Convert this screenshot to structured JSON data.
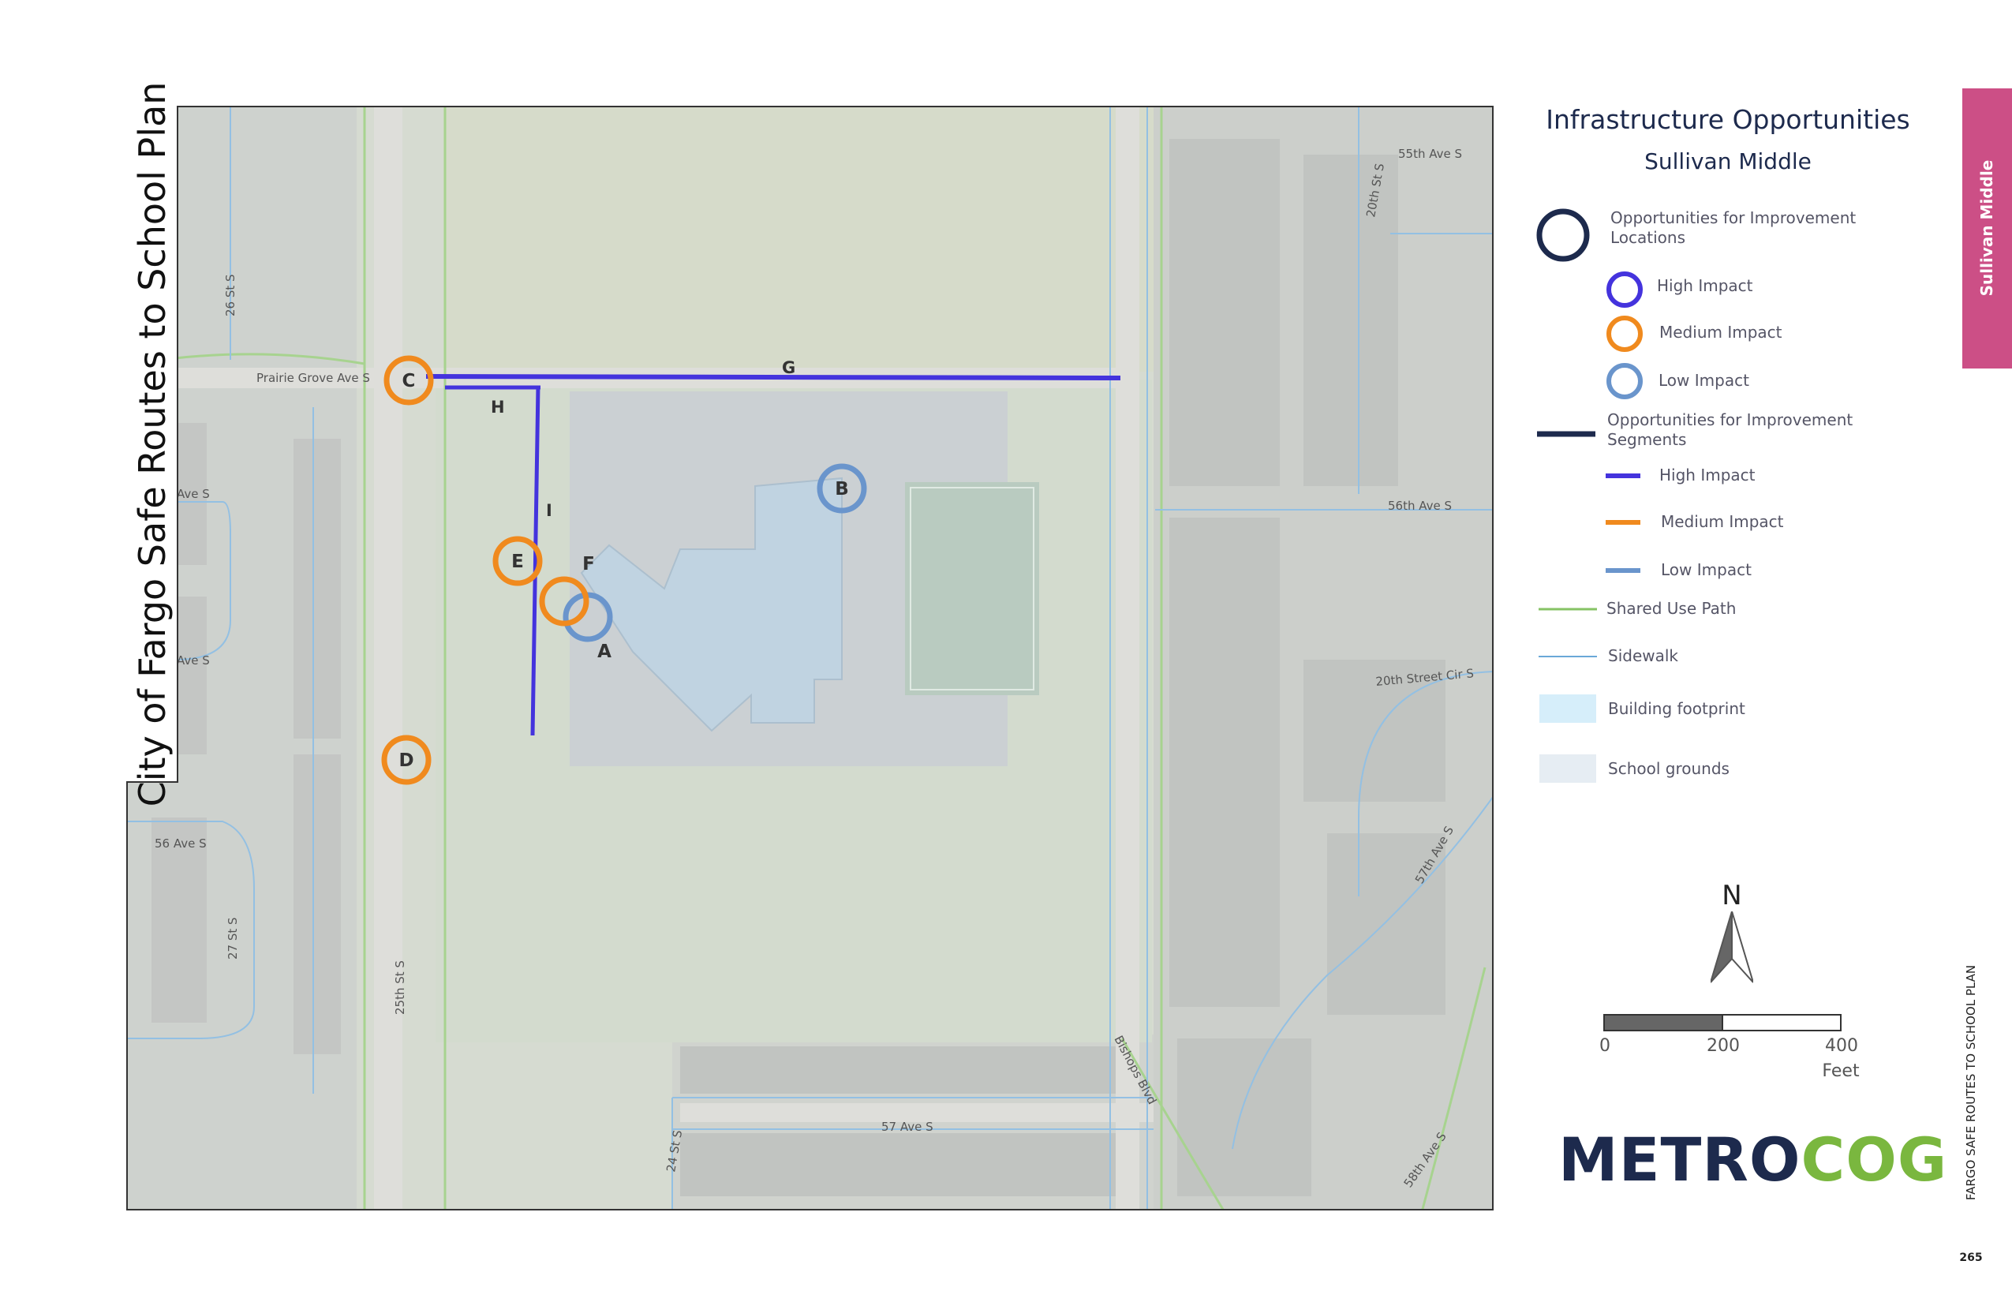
{
  "map": {
    "vertical_title": "City of Fargo Safe Routes to School Plan",
    "streets": {
      "s55th_ave": "55th Ave S",
      "s20th_st": "20th St S",
      "s26th_st": "26 St S",
      "prairie_grove": "Prairie Grove Ave S",
      "ave_s_upper": "Ave S",
      "ave_s_lower": "Ave S",
      "s56th_ave_e": "56th Ave S",
      "s20th_street_cir": "20th Street Cir S",
      "s56_ave_w": "56 Ave S",
      "s27th_st": "27 St S",
      "s25th_st": "25th St S",
      "s57th_ave_e": "57th Ave S",
      "s57_ave": "57 Ave S",
      "s24th_st": "24 St S",
      "bishops_blvd": "Bishops Blvd",
      "s58th_ave": "58th Ave S"
    },
    "markers": [
      {
        "label": "A",
        "impact": "Low Impact"
      },
      {
        "label": "B",
        "impact": "Low Impact"
      },
      {
        "label": "C",
        "impact": "Medium Impact"
      },
      {
        "label": "D",
        "impact": "Medium Impact"
      },
      {
        "label": "E",
        "impact": "Medium Impact"
      },
      {
        "label": "F",
        "impact": "Medium Impact"
      }
    ],
    "segments": [
      {
        "label": "G",
        "impact": "High Impact"
      },
      {
        "label": "H",
        "impact": "High Impact"
      },
      {
        "label": "I",
        "impact": "High Impact"
      }
    ]
  },
  "legend": {
    "title": "Infrastructure Opportunities",
    "subtitle": "Sullivan Middle",
    "locations_header": "Opportunities for Improvement Locations",
    "loc_high": "High Impact",
    "loc_medium": "Medium Impact",
    "loc_low": "Low Impact",
    "segments_header": "Opportunities for Improvement Segments",
    "seg_high": "High Impact",
    "seg_medium": "Medium Impact",
    "seg_low": "Low Impact",
    "shared_use_path": "Shared Use Path",
    "sidewalk": "Sidewalk",
    "building_footprint": "Building footprint",
    "school_grounds": "School grounds"
  },
  "north_label": "N",
  "scale": {
    "ticks": [
      "0",
      "200",
      "400"
    ],
    "unit": "Feet"
  },
  "logo": {
    "part1": "METRO",
    "part2": "COG"
  },
  "side_tab": "Sullivan Middle",
  "footer_vertical": "FARGO SAFE ROUTES TO SCHOOL PLAN",
  "page_number": "265",
  "colors": {
    "high": "#4433dd",
    "medium": "#f08a1e",
    "low": "#6a95cc",
    "navy": "#1d2a4d",
    "shared_use_path": "#86c364",
    "sidewalk": "#6aa8d8",
    "building": "#d6eefa",
    "grounds": "#e6edf3",
    "tab": "#cc4f86"
  }
}
